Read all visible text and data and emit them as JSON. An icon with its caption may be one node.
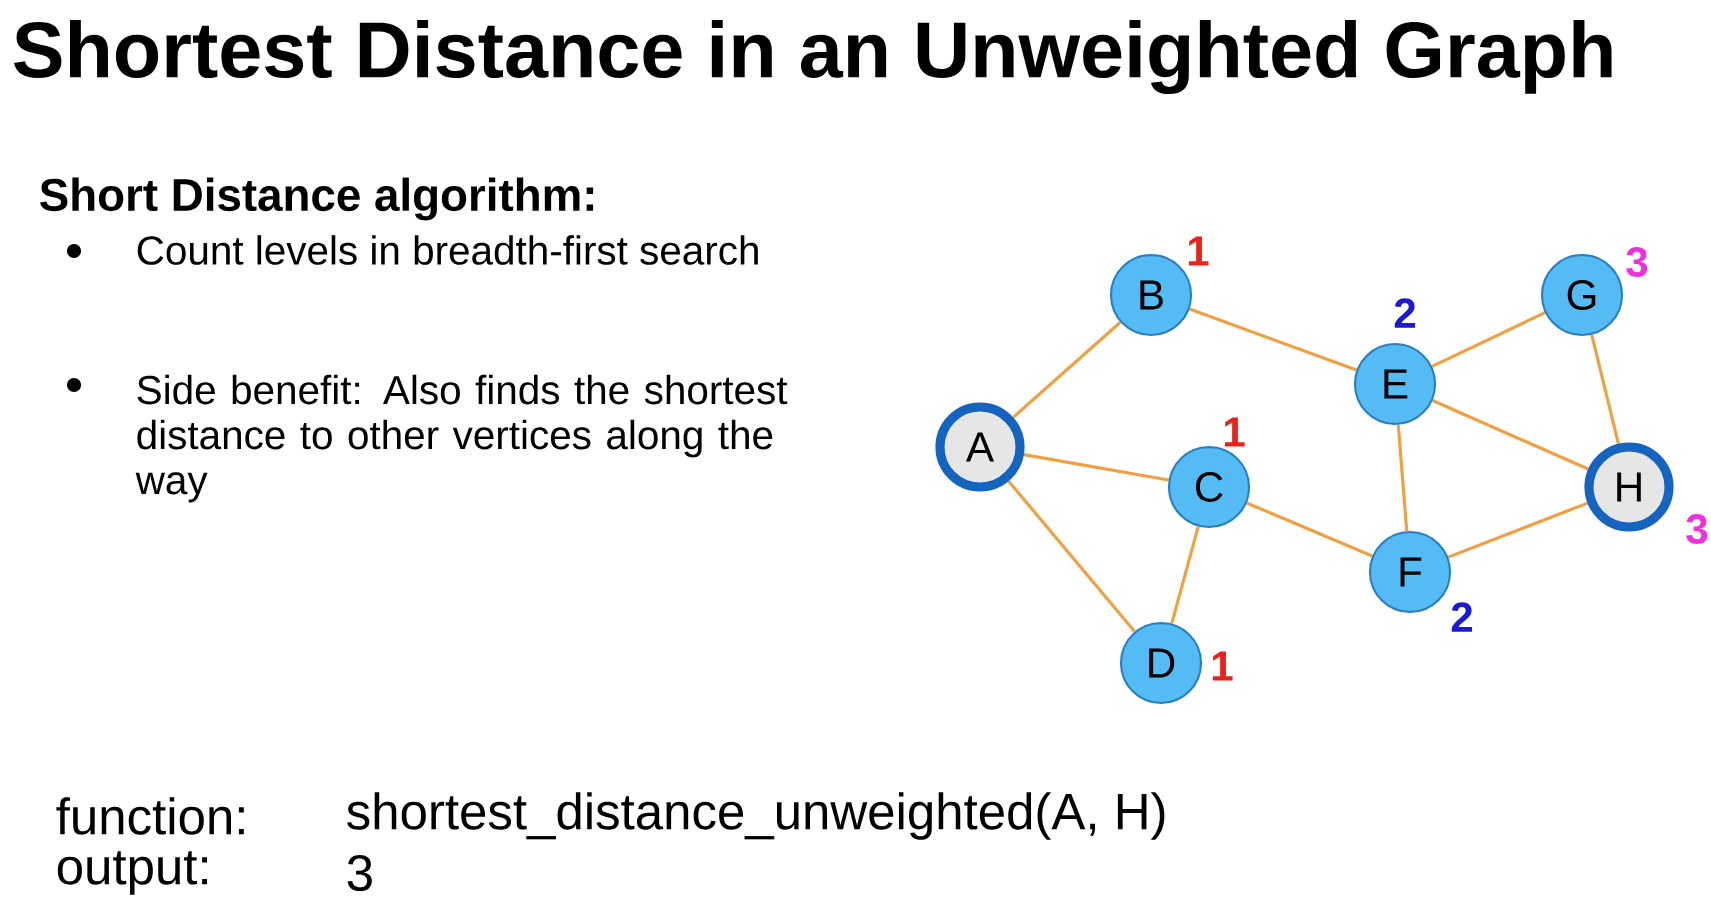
{
  "diagram": {
    "title": "Shortest Distance in an Unweighted Graph",
    "nodes": [
      {
        "text": [
          "A"
        ]
      },
      {
        "text": [
          "B"
        ],
        "beside": [
          "1"
        ]
      },
      {
        "text": [
          "C"
        ],
        "beside": [
          "1"
        ]
      },
      {
        "text": [
          "D"
        ],
        "beside": [
          "1"
        ]
      },
      {
        "text": [
          "E"
        ],
        "beside": [
          "2"
        ]
      },
      {
        "text": [
          "F"
        ],
        "beside": [
          "2"
        ]
      },
      {
        "text": [
          "G"
        ],
        "beside": [
          "3"
        ]
      },
      {
        "text": [
          "H"
        ],
        "beside": [
          "3"
        ]
      }
    ],
    "edges": [
      {
        "from": 0,
        "to": 1,
        "arrow": "none"
      },
      {
        "from": 0,
        "to": 2,
        "arrow": "none"
      },
      {
        "from": 0,
        "to": 3,
        "arrow": "none"
      },
      {
        "from": 1,
        "to": 4,
        "arrow": "none"
      },
      {
        "from": 2,
        "to": 3,
        "arrow": "none"
      },
      {
        "from": 2,
        "to": 5,
        "arrow": "none"
      },
      {
        "from": 4,
        "to": 6,
        "arrow": "none"
      },
      {
        "from": 4,
        "to": 7,
        "arrow": "none"
      },
      {
        "from": 4,
        "to": 5,
        "arrow": "none"
      },
      {
        "from": 5,
        "to": 7,
        "arrow": "none"
      },
      {
        "from": 6,
        "to": 7,
        "arrow": "none"
      }
    ],
    "labels": [
      "Short Distance algorithm:",
      "Count levels in breadth-first search",
      "Side benefit: Also finds the shortest distance to other vertices along the way",
      "function:",
      "shortest_distance_unweighted(A, H)",
      "output:",
      "3"
    ]
  }
}
